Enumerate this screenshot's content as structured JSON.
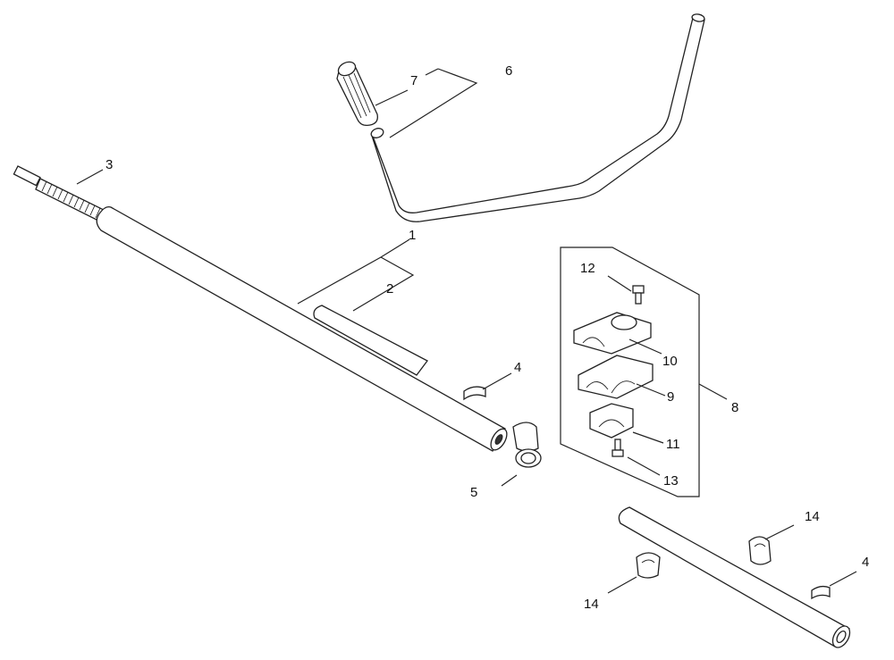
{
  "callouts": {
    "c1": "1",
    "c2": "2",
    "c3": "3",
    "c4a": "4",
    "c4b": "4",
    "c5": "5",
    "c6": "6",
    "c7": "7",
    "c8": "8",
    "c9": "9",
    "c10": "10",
    "c11": "11",
    "c12": "12",
    "c13": "13",
    "c14a": "14",
    "c14b": "14"
  },
  "colors": {
    "line": "#222222",
    "background": "#ffffff"
  }
}
